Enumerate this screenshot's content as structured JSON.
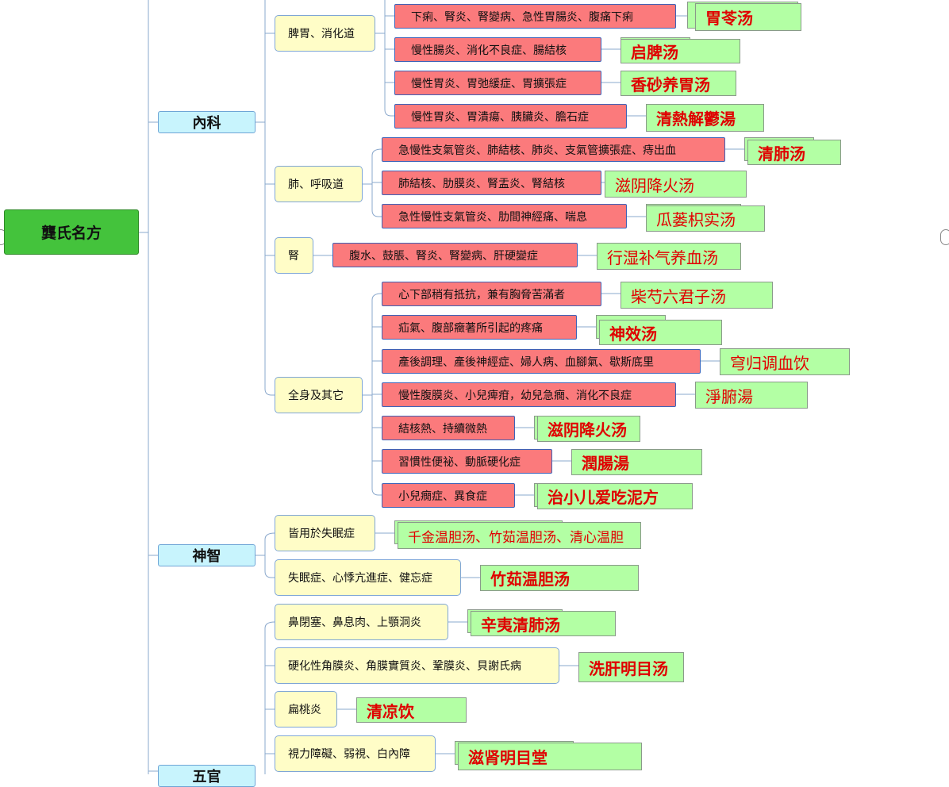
{
  "root": {
    "label": "龔氏名方"
  },
  "categories": [
    {
      "label": "內科"
    },
    {
      "label": "神智"
    },
    {
      "label": "五官"
    }
  ],
  "subcategories": [
    {
      "label": "脾胃、消化道"
    },
    {
      "label": "肺、呼吸道"
    },
    {
      "label": "腎"
    },
    {
      "label": "全身及其它"
    },
    {
      "label": "皆用於失眠症"
    },
    {
      "label": "失眠症、心悸亢進症、健忘症"
    },
    {
      "label": "鼻閉塞、鼻息肉、上顎洞炎"
    },
    {
      "label": "硬化性角膜炎、角膜實質炎、鞏膜炎、貝謝氏病"
    },
    {
      "label": "扁桃炎"
    },
    {
      "label": "視力障礙、弱視、白內障"
    }
  ],
  "symptoms": [
    {
      "label": "下痢、腎炎、腎變病、急性胃腸炎、腹痛下痢"
    },
    {
      "label": "慢性腸炎、消化不良症、腸結核"
    },
    {
      "label": "慢性胃炎、胃弛緩症、胃擴張症"
    },
    {
      "label": "慢性胃炎、胃潰瘍、胰臟炎、膽石症"
    },
    {
      "label": "急慢性支氣管炎、肺結核、肺炎、支氣管擴張症、痔出血"
    },
    {
      "label": "肺結核、肋膜炎、腎盂炎、腎結核"
    },
    {
      "label": "急性慢性支氣管炎、肋間神經痛、喘息"
    },
    {
      "label": "腹水、鼓脹、腎炎、腎變病、肝硬變症"
    },
    {
      "label": "心下部稍有抵抗，兼有胸脅苦滿者"
    },
    {
      "label": "疝氣、腹部癥著所引起的疼痛"
    },
    {
      "label": "產後調理、產後神經症、婦人病、血腳氣、歇斯底里"
    },
    {
      "label": "慢性腹膜炎、小兒痺疳，幼兒急癇、消化不良症"
    },
    {
      "label": "結核熱、持續微熱"
    },
    {
      "label": "習慣性便祕、動脈硬化症"
    },
    {
      "label": "小兒癇症、異食症"
    }
  ],
  "remedies": [
    {
      "label": "胃苓汤"
    },
    {
      "label": "启脾汤"
    },
    {
      "label": "香砂养胃汤"
    },
    {
      "label": "清熱解鬱湯"
    },
    {
      "label": "清肺汤"
    },
    {
      "label": "滋阴降火汤"
    },
    {
      "label": "瓜蒌枳实汤"
    },
    {
      "label": "行湿补气养血汤"
    },
    {
      "label": "柴芍六君子汤"
    },
    {
      "label": "神效汤"
    },
    {
      "label": "穹归调血饮"
    },
    {
      "label": "淨腑湯"
    },
    {
      "label": "滋阴降火汤"
    },
    {
      "label": "潤腸湯"
    },
    {
      "label": "治小儿爱吃泥方"
    },
    {
      "label": "千金温胆汤、竹茹温胆汤、清心温胆"
    },
    {
      "label": "竹茹温胆汤"
    },
    {
      "label": "辛夷清肺汤"
    },
    {
      "label": "洗肝明目汤"
    },
    {
      "label": "清凉饮"
    },
    {
      "label": "滋肾明目堂"
    }
  ],
  "colors": {
    "root_fill": "#44c33c",
    "category_fill": "#c8f4fd",
    "subcategory_fill": "#fffdc7",
    "symptom_fill": "#fb7a7c",
    "remedy_fill": "#b3ffa4",
    "remedy_text": "#e00000",
    "connector": "#8aa8cc"
  }
}
